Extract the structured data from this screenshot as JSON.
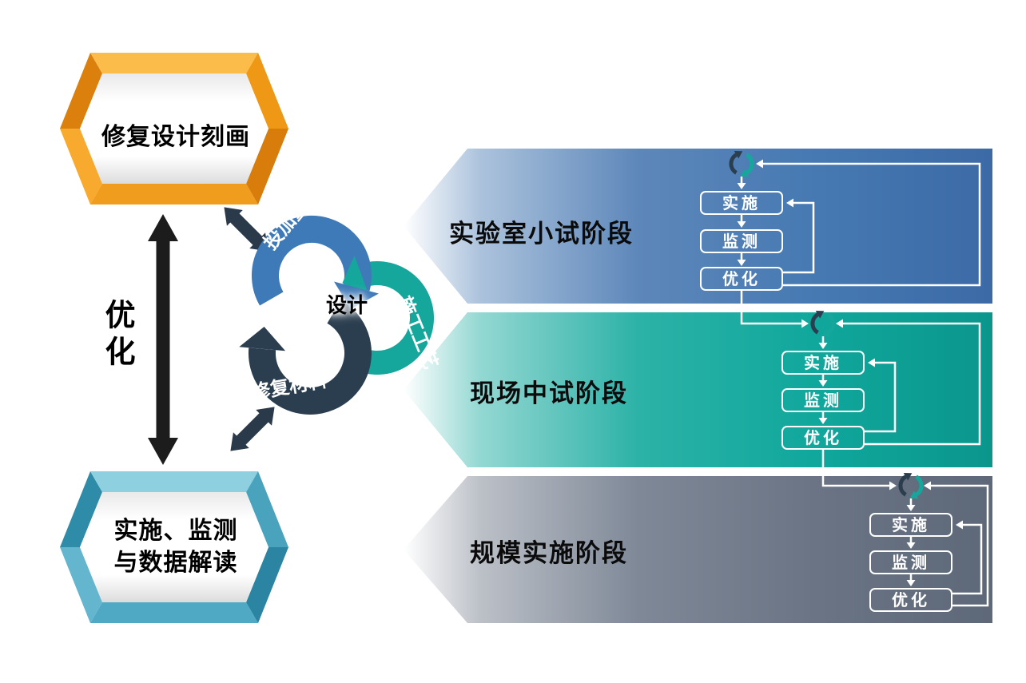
{
  "left_column": {
    "top_box_label": "修复设计刻画",
    "optimize_label": "优化",
    "bottom_box_line1": "实施、监测",
    "bottom_box_line2": "与数据解读"
  },
  "cycle": {
    "center_label": "设计",
    "dosage_label": "投加量",
    "process_label": "施工工艺",
    "material_label": "修复材料"
  },
  "stages": [
    {
      "label": "实验室小试阶段",
      "step1": "实施",
      "step2": "监测",
      "step3": "优化"
    },
    {
      "label": "现场中试阶段",
      "step1": "实施",
      "step2": "监测",
      "step3": "优化"
    },
    {
      "label": "规模实施阶段",
      "step1": "实施",
      "step2": "监测",
      "step3": "优化"
    }
  ],
  "colors": {
    "stage1_blue": "#4679B2",
    "stage2_teal": "#10A79C",
    "stage3_gray": "#6A7484",
    "arrow_blue": "#3F7AB8",
    "arrow_teal": "#16A79C",
    "arrow_navy": "#2B3E50",
    "box_orange": "#F5A21F",
    "box_blue": "#4AA6C4"
  }
}
